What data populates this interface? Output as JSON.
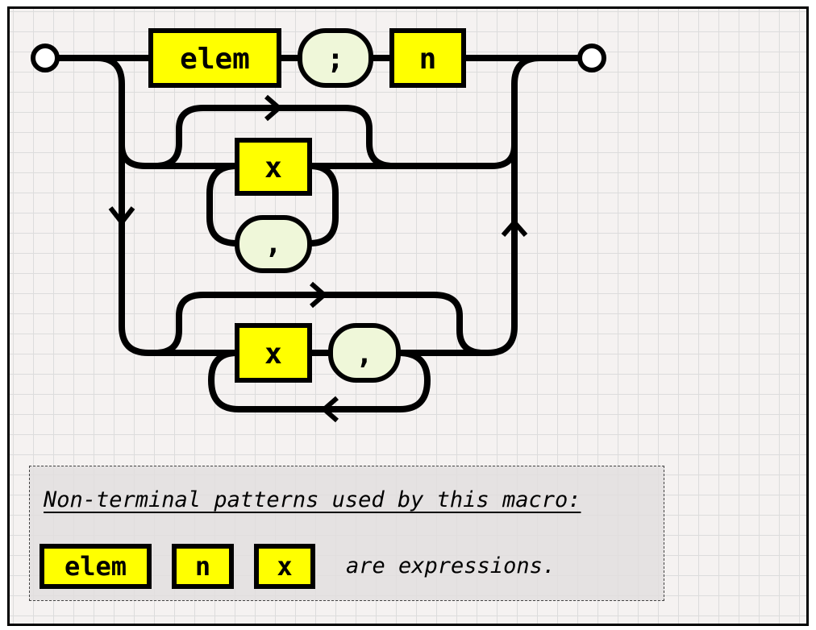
{
  "diagram": {
    "main_row": {
      "nt_elem": "elem",
      "term_semicolon": ";",
      "nt_n": "n"
    },
    "branch_one": {
      "nt_x": "x",
      "term_comma": ","
    },
    "branch_two": {
      "nt_x": "x",
      "term_comma": ","
    }
  },
  "legend": {
    "title": "Non-terminal patterns used by this macro:",
    "items": [
      "elem",
      "n",
      "x"
    ],
    "note": "are expressions."
  },
  "colors": {
    "nonterminal_fill": "#ffff00",
    "terminal_fill": "#eff7d9",
    "background": "#f5f2f1",
    "stroke": "#000000"
  }
}
